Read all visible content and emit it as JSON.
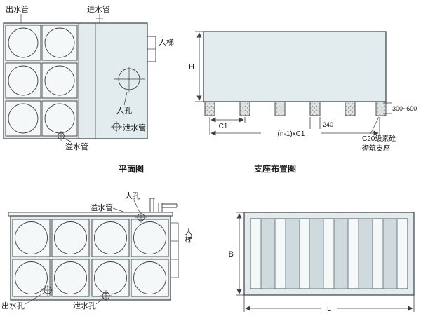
{
  "plan_view": {
    "caption": "平面图",
    "outlet_pipe": "出水管",
    "inlet_pipe": "进水管",
    "ladder": "人梯",
    "manhole": "人孔",
    "drain_pipe": "泄水管",
    "overflow_pipe": "溢水管"
  },
  "support_elevation": {
    "caption": "支座布置图",
    "dim_h": "H",
    "dim_c1": "C1",
    "dim_240": "240",
    "dim_span": "(n-1)xC1",
    "dim_range": "300~600",
    "note_line1": "C20级素砼",
    "note_line2": "砌筑支座"
  },
  "front_view": {
    "manhole": "人孔",
    "overflow_pipe": "溢水管",
    "ladder": "人梯",
    "outlet_hole": "出水孔",
    "drain_hole": "泄水孔"
  },
  "support_plan": {
    "dim_b": "B",
    "dim_l": "L"
  },
  "colors": {
    "line": "#3f3f3f",
    "tank_fill": "#e2ebee",
    "panel_fill": "#f4f8f9",
    "stripe_fill": "#cfdade"
  }
}
